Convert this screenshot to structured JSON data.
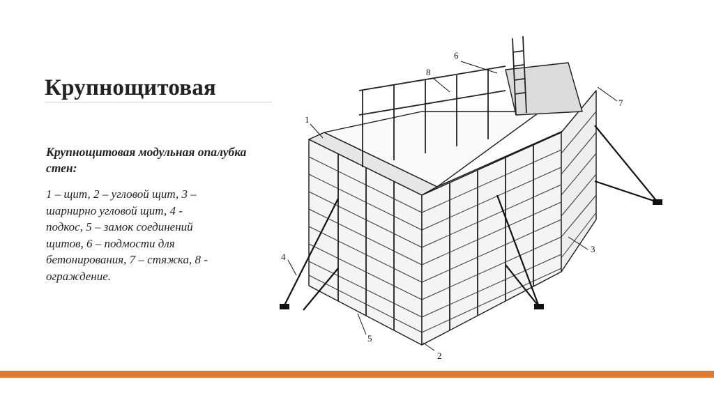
{
  "slide": {
    "title": "Крупнощитовая",
    "subtitle": "Крупнощитовая модульная опалубка стен:",
    "legend_lines": [
      "1 – щит, 2 – угловой щит, 3 –",
      "шарнирно угловой щит, 4 -",
      "подкос, 5 – замок соединений",
      "щитов, 6 – подмости для",
      "бетонирования, 7 – стяжка, 8 -",
      "ограждение."
    ]
  },
  "diagram": {
    "callouts": [
      "1",
      "2",
      "3",
      "4",
      "5",
      "6",
      "7",
      "8"
    ]
  },
  "colors": {
    "accent_bar": "#e07a2f",
    "rule": "#cfcfcf",
    "ink": "#222222"
  }
}
